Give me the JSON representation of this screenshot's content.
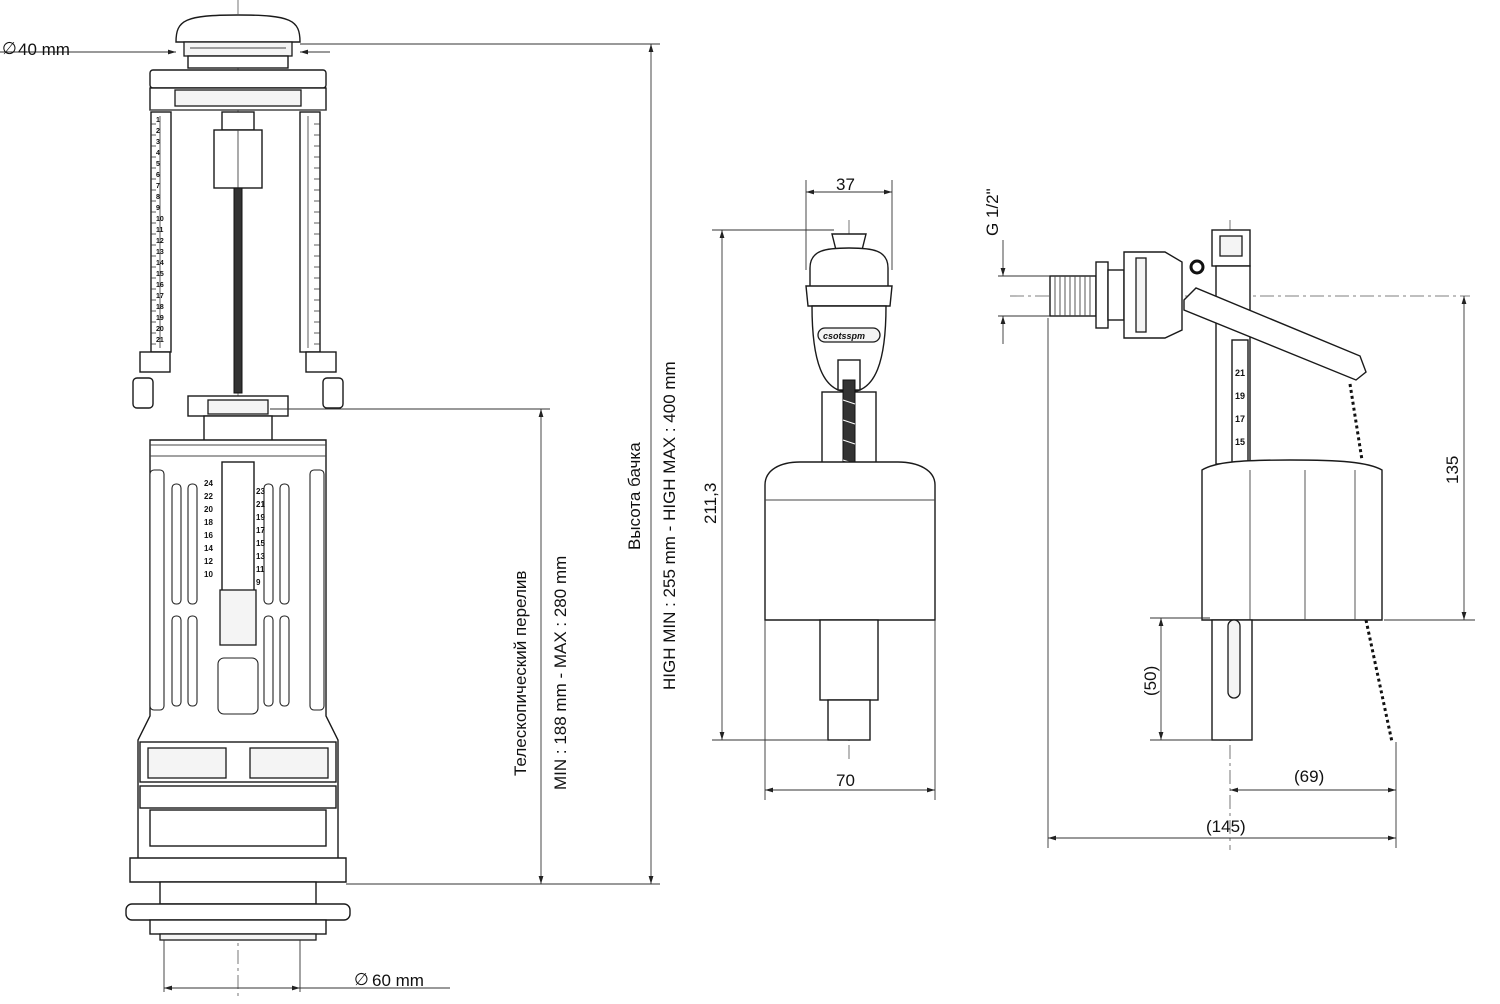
{
  "drain_valve": {
    "top_diameter": "40 mm",
    "bottom_diameter": "60 mm",
    "overflow_title": "Телескопический перелив",
    "overflow_range": "MIN : 188 mm - MAX : 280 mm",
    "tank_height_title": "Высота бачка",
    "tank_height_range": "HIGH MIN : 255 mm - HIGH MAX : 400 mm",
    "scale_numbers": [
      "1",
      "2",
      "3",
      "4",
      "5",
      "6",
      "7",
      "8",
      "9",
      "10",
      "11",
      "12",
      "13",
      "14",
      "15",
      "16",
      "17",
      "18",
      "19",
      "20",
      "21"
    ],
    "inner_scale_left": [
      "24",
      "22",
      "20",
      "18",
      "16",
      "14",
      "12",
      "10"
    ],
    "inner_scale_right": [
      "23",
      "21",
      "19",
      "17",
      "15",
      "13",
      "11",
      "9"
    ]
  },
  "fill_valve_front": {
    "width_top": "37",
    "height": "211,3",
    "width_bottom": "70"
  },
  "fill_valve_side": {
    "thread": "G 1/2\"",
    "float_height": "135",
    "bottom_offset": "(50)",
    "depth_partial": "(69)",
    "depth_total": "(145)",
    "scale_numbers": [
      "21",
      "19",
      "17",
      "15"
    ]
  }
}
